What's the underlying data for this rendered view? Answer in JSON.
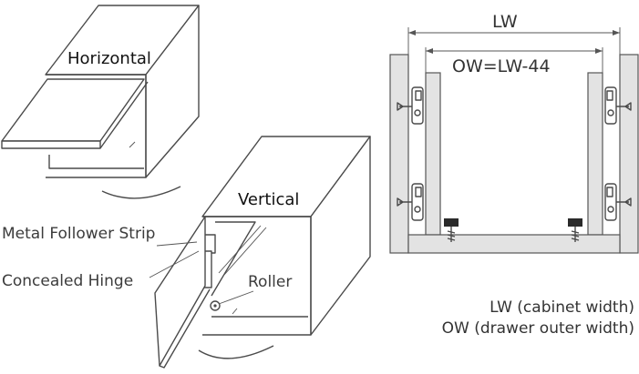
{
  "labels": {
    "horizontal": "Horizontal",
    "vertical": "Vertical",
    "metal_follower_strip": "Metal Follower Strip",
    "concealed_hinge": "Concealed Hinge",
    "roller": "Roller",
    "lw": "LW",
    "ow_formula": "OW=LW-44",
    "legend_lw": "LW (cabinet width)",
    "legend_ow": "OW (drawer outer width)"
  },
  "colors": {
    "line": "#4a4a4a",
    "panel_fill": "#e3e3e3",
    "bracket_dark": "#2a2a2a"
  }
}
